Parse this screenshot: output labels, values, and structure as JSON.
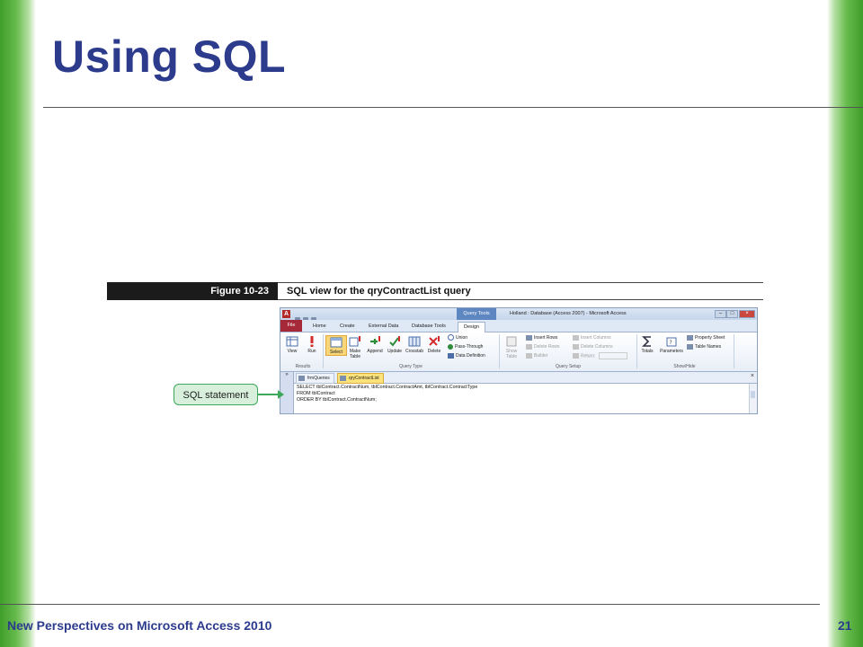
{
  "slide": {
    "title": "Using SQL",
    "footer": "New Perspectives on Microsoft Access 2010",
    "page_number": "21"
  },
  "figure": {
    "label": "Figure 10-23",
    "caption": "SQL view for the qryContractList query"
  },
  "access_window": {
    "app_icon": "A",
    "context_tab": "Query Tools",
    "window_title": "Holland : Database (Access 2007) - Microsoft Access",
    "tabs": [
      "File",
      "Home",
      "Create",
      "External Data",
      "Database Tools",
      "Design"
    ],
    "ribbon": {
      "results": {
        "view": "View",
        "run": "Run",
        "group": "Results"
      },
      "query_type": {
        "buttons": [
          "Select",
          "Make Table",
          "Append",
          "Update",
          "Crosstab",
          "Delete"
        ],
        "small": [
          "Union",
          "Pass-Through",
          "Data Definition"
        ],
        "group": "Query Type"
      },
      "query_setup": {
        "show_table": "Show Table",
        "small_left": [
          "Insert Rows",
          "Delete Rows",
          "Builder"
        ],
        "small_right": [
          "Insert Columns",
          "Delete Columns",
          "Return:"
        ],
        "group": "Query Setup"
      },
      "show_hide": {
        "totals": "Totals",
        "parameters": "Parameters",
        "small": [
          "Property Sheet",
          "Table Names"
        ],
        "group": "Show/Hide"
      }
    },
    "nav_toggle": "»",
    "doc_tabs": [
      "frmQueries",
      "qryContractList"
    ],
    "doc_close": "×",
    "sql_lines": [
      "SELECT tblContract.ContractNum, tblContract.ContractAmt, tblContract.ContractType",
      "FROM tblContract",
      "ORDER BY tblContract.ContractNum;"
    ]
  },
  "callout": {
    "text": "SQL statement"
  },
  "colors": {
    "title": "#2d3b8d",
    "accent_green": "#3da85a",
    "file_tab": "#a6293a",
    "select_highlight": "#f9d779"
  }
}
